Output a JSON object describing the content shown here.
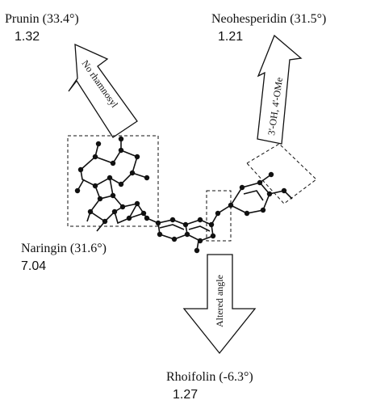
{
  "labels": {
    "prunin": {
      "name": "Prunin (33.4°)",
      "value": "1.32"
    },
    "neohesperidin": {
      "name": "Neohesperidin (31.5°)",
      "value": "1.21"
    },
    "naringin": {
      "name": "Naringin (31.6°)",
      "value": "7.04"
    },
    "rhoifolin": {
      "name": "Rhoifolin (-6.3°)",
      "value": "1.27"
    }
  },
  "arrows": {
    "no_rhamnosyl": "No rhamnosyl",
    "oh_ome": "3'-OH, 4'-OMe",
    "altered_angle": "Altered angle"
  },
  "colors": {
    "ink": "#111111",
    "background": "#ffffff"
  }
}
